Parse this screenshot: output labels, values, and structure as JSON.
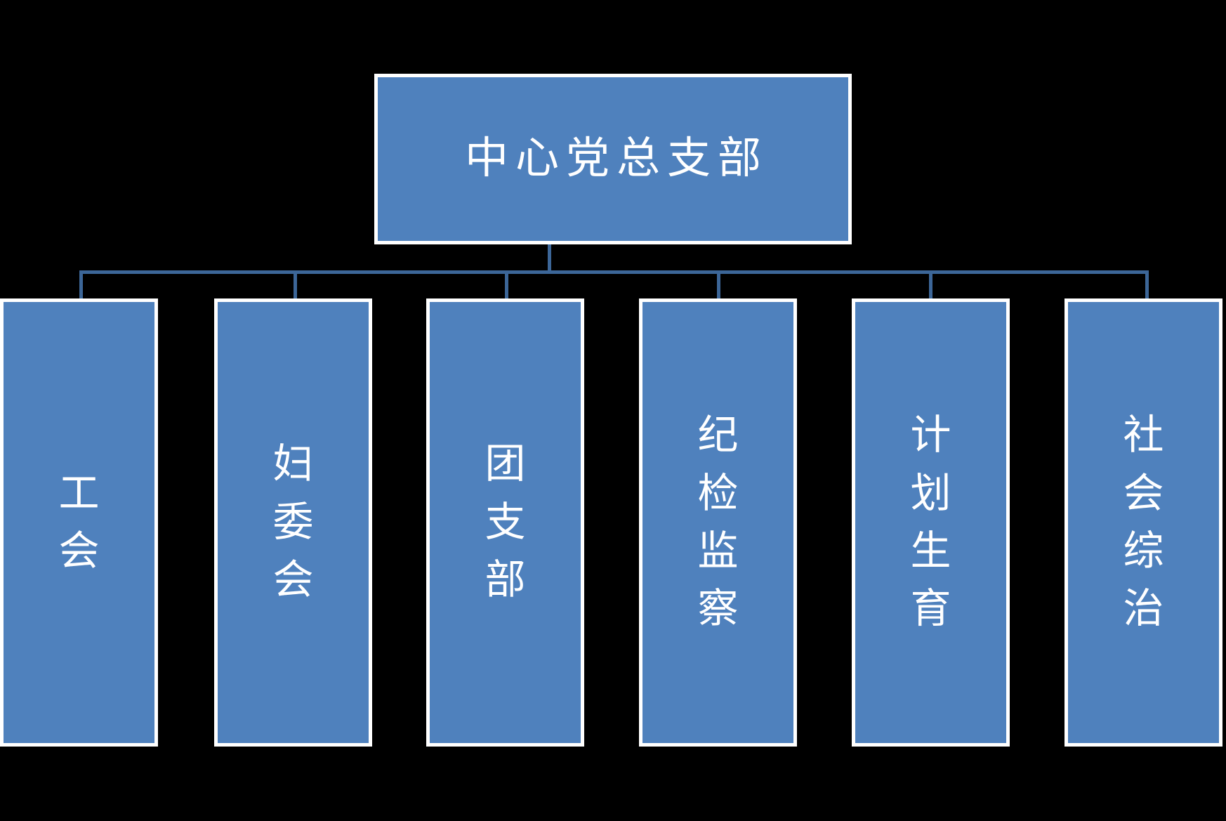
{
  "diagram": {
    "type": "org-chart",
    "orientation": "top-down",
    "background_color": "#000000",
    "node_fill_color": "#4F81BD",
    "node_border_color": "#FFFFFF",
    "connector_color": "#3C6698",
    "text_color": "#FFFFFF",
    "root": {
      "label": "中心党总支部",
      "text_direction": "horizontal"
    },
    "children": [
      {
        "label": "工会",
        "text_direction": "vertical"
      },
      {
        "label": "妇委会",
        "text_direction": "vertical"
      },
      {
        "label": "团支部",
        "text_direction": "vertical"
      },
      {
        "label": "纪检监察",
        "text_direction": "vertical"
      },
      {
        "label": "计划生育",
        "text_direction": "vertical"
      },
      {
        "label": "社会综治",
        "text_direction": "vertical"
      }
    ]
  }
}
